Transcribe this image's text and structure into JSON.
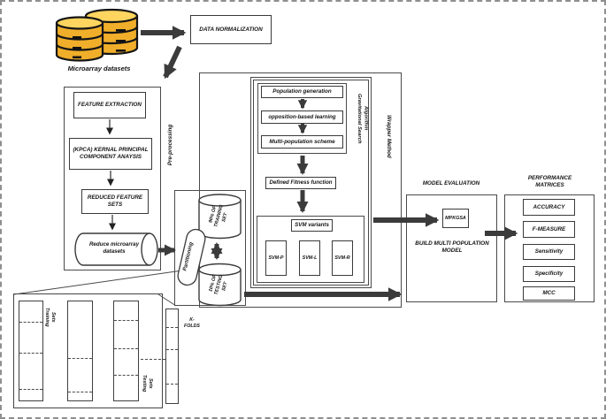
{
  "source_label": "Microarray datasets",
  "normalization_label": "DATA NORMALIZATION",
  "preprocessing": {
    "stage_label": "Pre-processing",
    "feature_extraction": "FEATURE EXTRACTION",
    "kpca": "(KPCA) KERNAL PRINCIPAL COMPONENT ANAYSIS",
    "reduced_feature_sets": "REDUCED FEATURE SETS",
    "reduce_cylinder": [
      "Reduce microarray",
      "datasets"
    ]
  },
  "wrapper": {
    "label": "Wrapper Method",
    "gsa": {
      "label_lines": [
        "Gravitational Search",
        "Algorithm"
      ],
      "steps": [
        "Population generation",
        "opposition-based learning",
        "Multi-population scheme"
      ],
      "fitness": "Defined Fitness function"
    },
    "svm": {
      "label": "SVM variants",
      "variants": [
        "SVM-P",
        "SVM-L",
        "SVM-R"
      ]
    }
  },
  "partitioning": {
    "label": "Partitioning",
    "training_cylinder": [
      "90% OF",
      "TRAINING",
      "SET"
    ],
    "testing_cylinder": [
      "10% OF",
      "TESTING",
      "SET"
    ]
  },
  "evaluation": {
    "title": "MODEL EVALUATION",
    "mpkgsa": "MPKGSA",
    "build_model": [
      "BUILD MULTI POPULATION",
      "MODEL"
    ]
  },
  "performance": {
    "title": [
      "PERFORMANCE",
      "MATRICES"
    ],
    "metrics": [
      "ACCURACY",
      "F-MEASURE",
      "Sensitivity",
      "Specificity",
      "MCC"
    ]
  },
  "kfolds": {
    "training_label": [
      "Training",
      "Sets"
    ],
    "testing_label": [
      "Testing",
      "Sets"
    ],
    "folds_label": [
      "K-",
      "FOLDS"
    ]
  },
  "colors": {
    "database_body": "#F0AE2A",
    "database_top": "#FFD55F",
    "arrow": "#3b3b3b",
    "line": "#3a3a3a"
  }
}
